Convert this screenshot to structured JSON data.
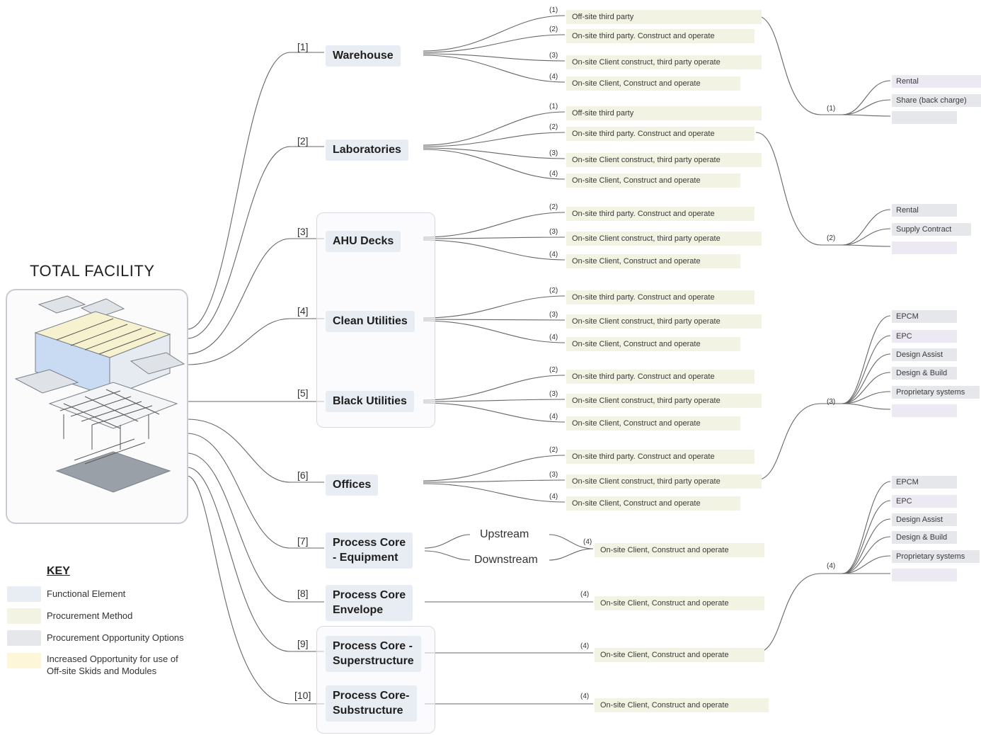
{
  "total_facility": {
    "title": "TOTAL FACILITY"
  },
  "elements": [
    {
      "num": "[1]",
      "label": "Warehouse"
    },
    {
      "num": "[2]",
      "label": "Laboratories"
    },
    {
      "num": "[3]",
      "label": "AHU Decks"
    },
    {
      "num": "[4]",
      "label": "Clean Utilities"
    },
    {
      "num": "[5]",
      "label": "Black Utilities"
    },
    {
      "num": "[6]",
      "label": "Offices"
    },
    {
      "num": "[7]",
      "label": "Process Core\n- Equipment"
    },
    {
      "num": "[8]",
      "label": "Process Core\nEnvelope"
    },
    {
      "num": "[9]",
      "label": "Process Core -\nSuperstructure"
    },
    {
      "num": "[10]",
      "label": "Process Core-\nSubstructure"
    }
  ],
  "methods": [
    {
      "num": "(1)",
      "label": "Off-site third party"
    },
    {
      "num": "(2)",
      "label": "On-site third party. Construct and operate"
    },
    {
      "num": "(3)",
      "label": "On-site Client construct, third party operate"
    },
    {
      "num": "(4)",
      "label": "On-site Client, Construct and operate"
    },
    {
      "num": "(1)",
      "label": "Off-site third party"
    },
    {
      "num": "(2)",
      "label": "On-site third party. Construct and operate"
    },
    {
      "num": "(3)",
      "label": "On-site Client construct, third party operate"
    },
    {
      "num": "(4)",
      "label": "On-site Client, Construct and operate"
    },
    {
      "num": "(2)",
      "label": "On-site third party. Construct and operate"
    },
    {
      "num": "(3)",
      "label": "On-site Client construct, third party operate"
    },
    {
      "num": "(4)",
      "label": "On-site Client, Construct and operate"
    },
    {
      "num": "(2)",
      "label": "On-site third party. Construct and operate"
    },
    {
      "num": "(3)",
      "label": "On-site Client construct, third party operate"
    },
    {
      "num": "(4)",
      "label": "On-site Client, Construct and operate"
    },
    {
      "num": "(2)",
      "label": "On-site third party. Construct and operate"
    },
    {
      "num": "(3)",
      "label": "On-site Client construct, third party operate"
    },
    {
      "num": "(4)",
      "label": "On-site Client, Construct and operate"
    },
    {
      "num": "(2)",
      "label": "On-site third party. Construct and operate"
    },
    {
      "num": "(3)",
      "label": "On-site Client construct, third party operate"
    },
    {
      "num": "(4)",
      "label": "On-site Client, Construct and operate"
    },
    {
      "num": "(4)",
      "label": "On-site Client, Construct and operate"
    },
    {
      "num": "(4)",
      "label": "On-site Client, Construct and operate"
    },
    {
      "num": "(4)",
      "label": "On-site Client, Construct and operate"
    },
    {
      "num": "(4)",
      "label": "On-site Client, Construct and operate"
    }
  ],
  "process_core_flow": {
    "upstream": "Upstream",
    "downstream": "Downstream"
  },
  "option_groups": [
    {
      "num": "(1)",
      "options": [
        "Rental",
        "Share (back charge)",
        ""
      ]
    },
    {
      "num": "(2)",
      "options": [
        "Rental",
        "Supply Contract",
        ""
      ]
    },
    {
      "num": "(3)",
      "options": [
        "EPCM",
        "EPC",
        "Design Assist",
        "Design & Build",
        "Proprietary systems",
        ""
      ]
    },
    {
      "num": "(4)",
      "options": [
        "EPCM",
        "EPC",
        "Design Assist",
        "Design & Build",
        "Proprietary systems",
        ""
      ]
    }
  ],
  "key": {
    "title": "KEY",
    "items": [
      {
        "label": "Functional Element",
        "color": "#e8ecf3"
      },
      {
        "label": "Procurement Method",
        "color": "#f2f3e2"
      },
      {
        "label": "Procurement Opportunity Options",
        "color": "#e6e7eb"
      },
      {
        "label": "Increased Opportunity for use of\nOff-site Skids and Modules",
        "color": "#fdf6d8"
      }
    ]
  },
  "colors": {
    "line": "#555555",
    "functional": "#e8ecf3",
    "method": "#f2f3e2",
    "option": "#e6e7eb",
    "offsite": "#fdf6d8"
  }
}
